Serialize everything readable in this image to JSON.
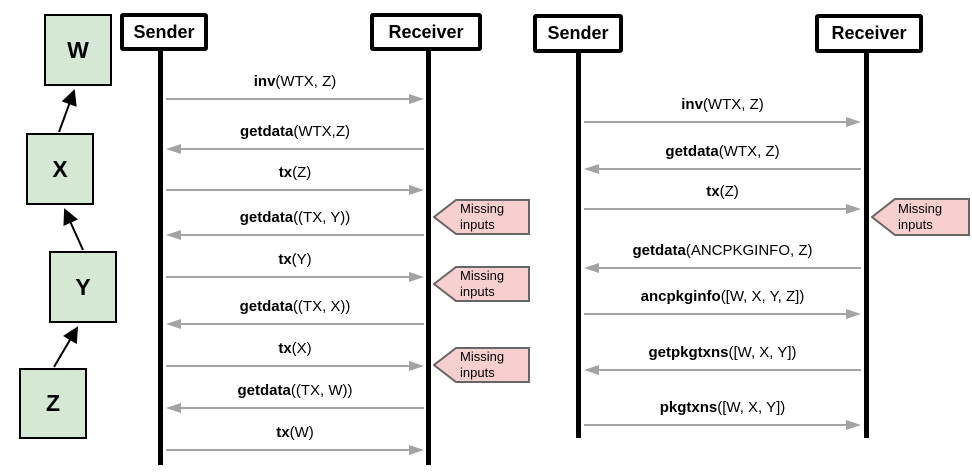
{
  "colors": {
    "node_fill": "#d5e8d4",
    "node_border": "#000000",
    "callout_fill": "#f6cfce",
    "callout_border": "#666666",
    "arrow_gray": "#a3a3a3",
    "line_black": "#000000"
  },
  "dependency_chain": {
    "nodes": [
      {
        "id": "W",
        "label": "W"
      },
      {
        "id": "X",
        "label": "X"
      },
      {
        "id": "Y",
        "label": "Y"
      },
      {
        "id": "Z",
        "label": "Z"
      }
    ],
    "edges": [
      {
        "from": "Z",
        "to": "Y"
      },
      {
        "from": "Y",
        "to": "X"
      },
      {
        "from": "X",
        "to": "W"
      }
    ]
  },
  "diagrams": [
    {
      "id": "left",
      "actors": {
        "sender": "Sender",
        "receiver": "Receiver"
      },
      "messages": [
        {
          "name": "inv",
          "args": "(WTX, Z)",
          "direction": "right"
        },
        {
          "name": "getdata",
          "args": "(WTX,Z)",
          "direction": "left"
        },
        {
          "name": "tx",
          "args": "(Z)",
          "direction": "right"
        },
        {
          "name": "getdata",
          "args": "((TX, Y))",
          "direction": "left"
        },
        {
          "name": "tx",
          "args": "(Y)",
          "direction": "right"
        },
        {
          "name": "getdata",
          "args": "((TX, X))",
          "direction": "left"
        },
        {
          "name": "tx",
          "args": "(X)",
          "direction": "right"
        },
        {
          "name": "getdata",
          "args": "((TX, W))",
          "direction": "left"
        },
        {
          "name": "tx",
          "args": "(W)",
          "direction": "right"
        }
      ],
      "callouts": [
        {
          "label": "Missing inputs"
        },
        {
          "label": "Missing inputs"
        },
        {
          "label": "Missing inputs"
        }
      ]
    },
    {
      "id": "right",
      "actors": {
        "sender": "Sender",
        "receiver": "Receiver"
      },
      "messages": [
        {
          "name": "inv",
          "args": "(WTX, Z)",
          "direction": "right"
        },
        {
          "name": "getdata",
          "args": "(WTX, Z)",
          "direction": "left"
        },
        {
          "name": "tx",
          "args": "(Z)",
          "direction": "right"
        },
        {
          "name": "getdata",
          "args": "(ANCPKGINFO, Z)",
          "direction": "left"
        },
        {
          "name": "ancpkginfo",
          "args": "([W, X, Y, Z])",
          "direction": "right"
        },
        {
          "name": "getpkgtxns",
          "args": "([W, X, Y])",
          "direction": "left"
        },
        {
          "name": "pkgtxns",
          "args": "([W, X, Y])",
          "direction": "right"
        }
      ],
      "callouts": [
        {
          "label": "Missing inputs"
        }
      ]
    }
  ]
}
